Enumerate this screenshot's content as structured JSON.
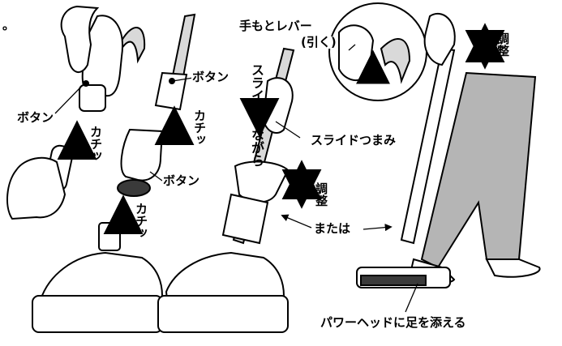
{
  "labels": {
    "button_1": "ボタン",
    "button_2": "ボタン",
    "button_3": "ボタン",
    "click_1": "カチッ",
    "click_2": "カチッ",
    "click_3": "カチッ",
    "slide_while": "スライドしながら",
    "slide_knob": "スライドつまみ",
    "adjust_1": "調整",
    "adjust_2": "調整",
    "or": "または",
    "hand_lever": "手もとレバー",
    "pull": "(引く)",
    "foot_note": "パワーヘッドに足を添える",
    "dot": "。"
  },
  "colors": {
    "line": "#000000",
    "fill_light": "#ffffff",
    "fill_gray": "#d9d9d9",
    "fill_dark": "#3a3a3a",
    "pants": "#b5b5b5"
  }
}
